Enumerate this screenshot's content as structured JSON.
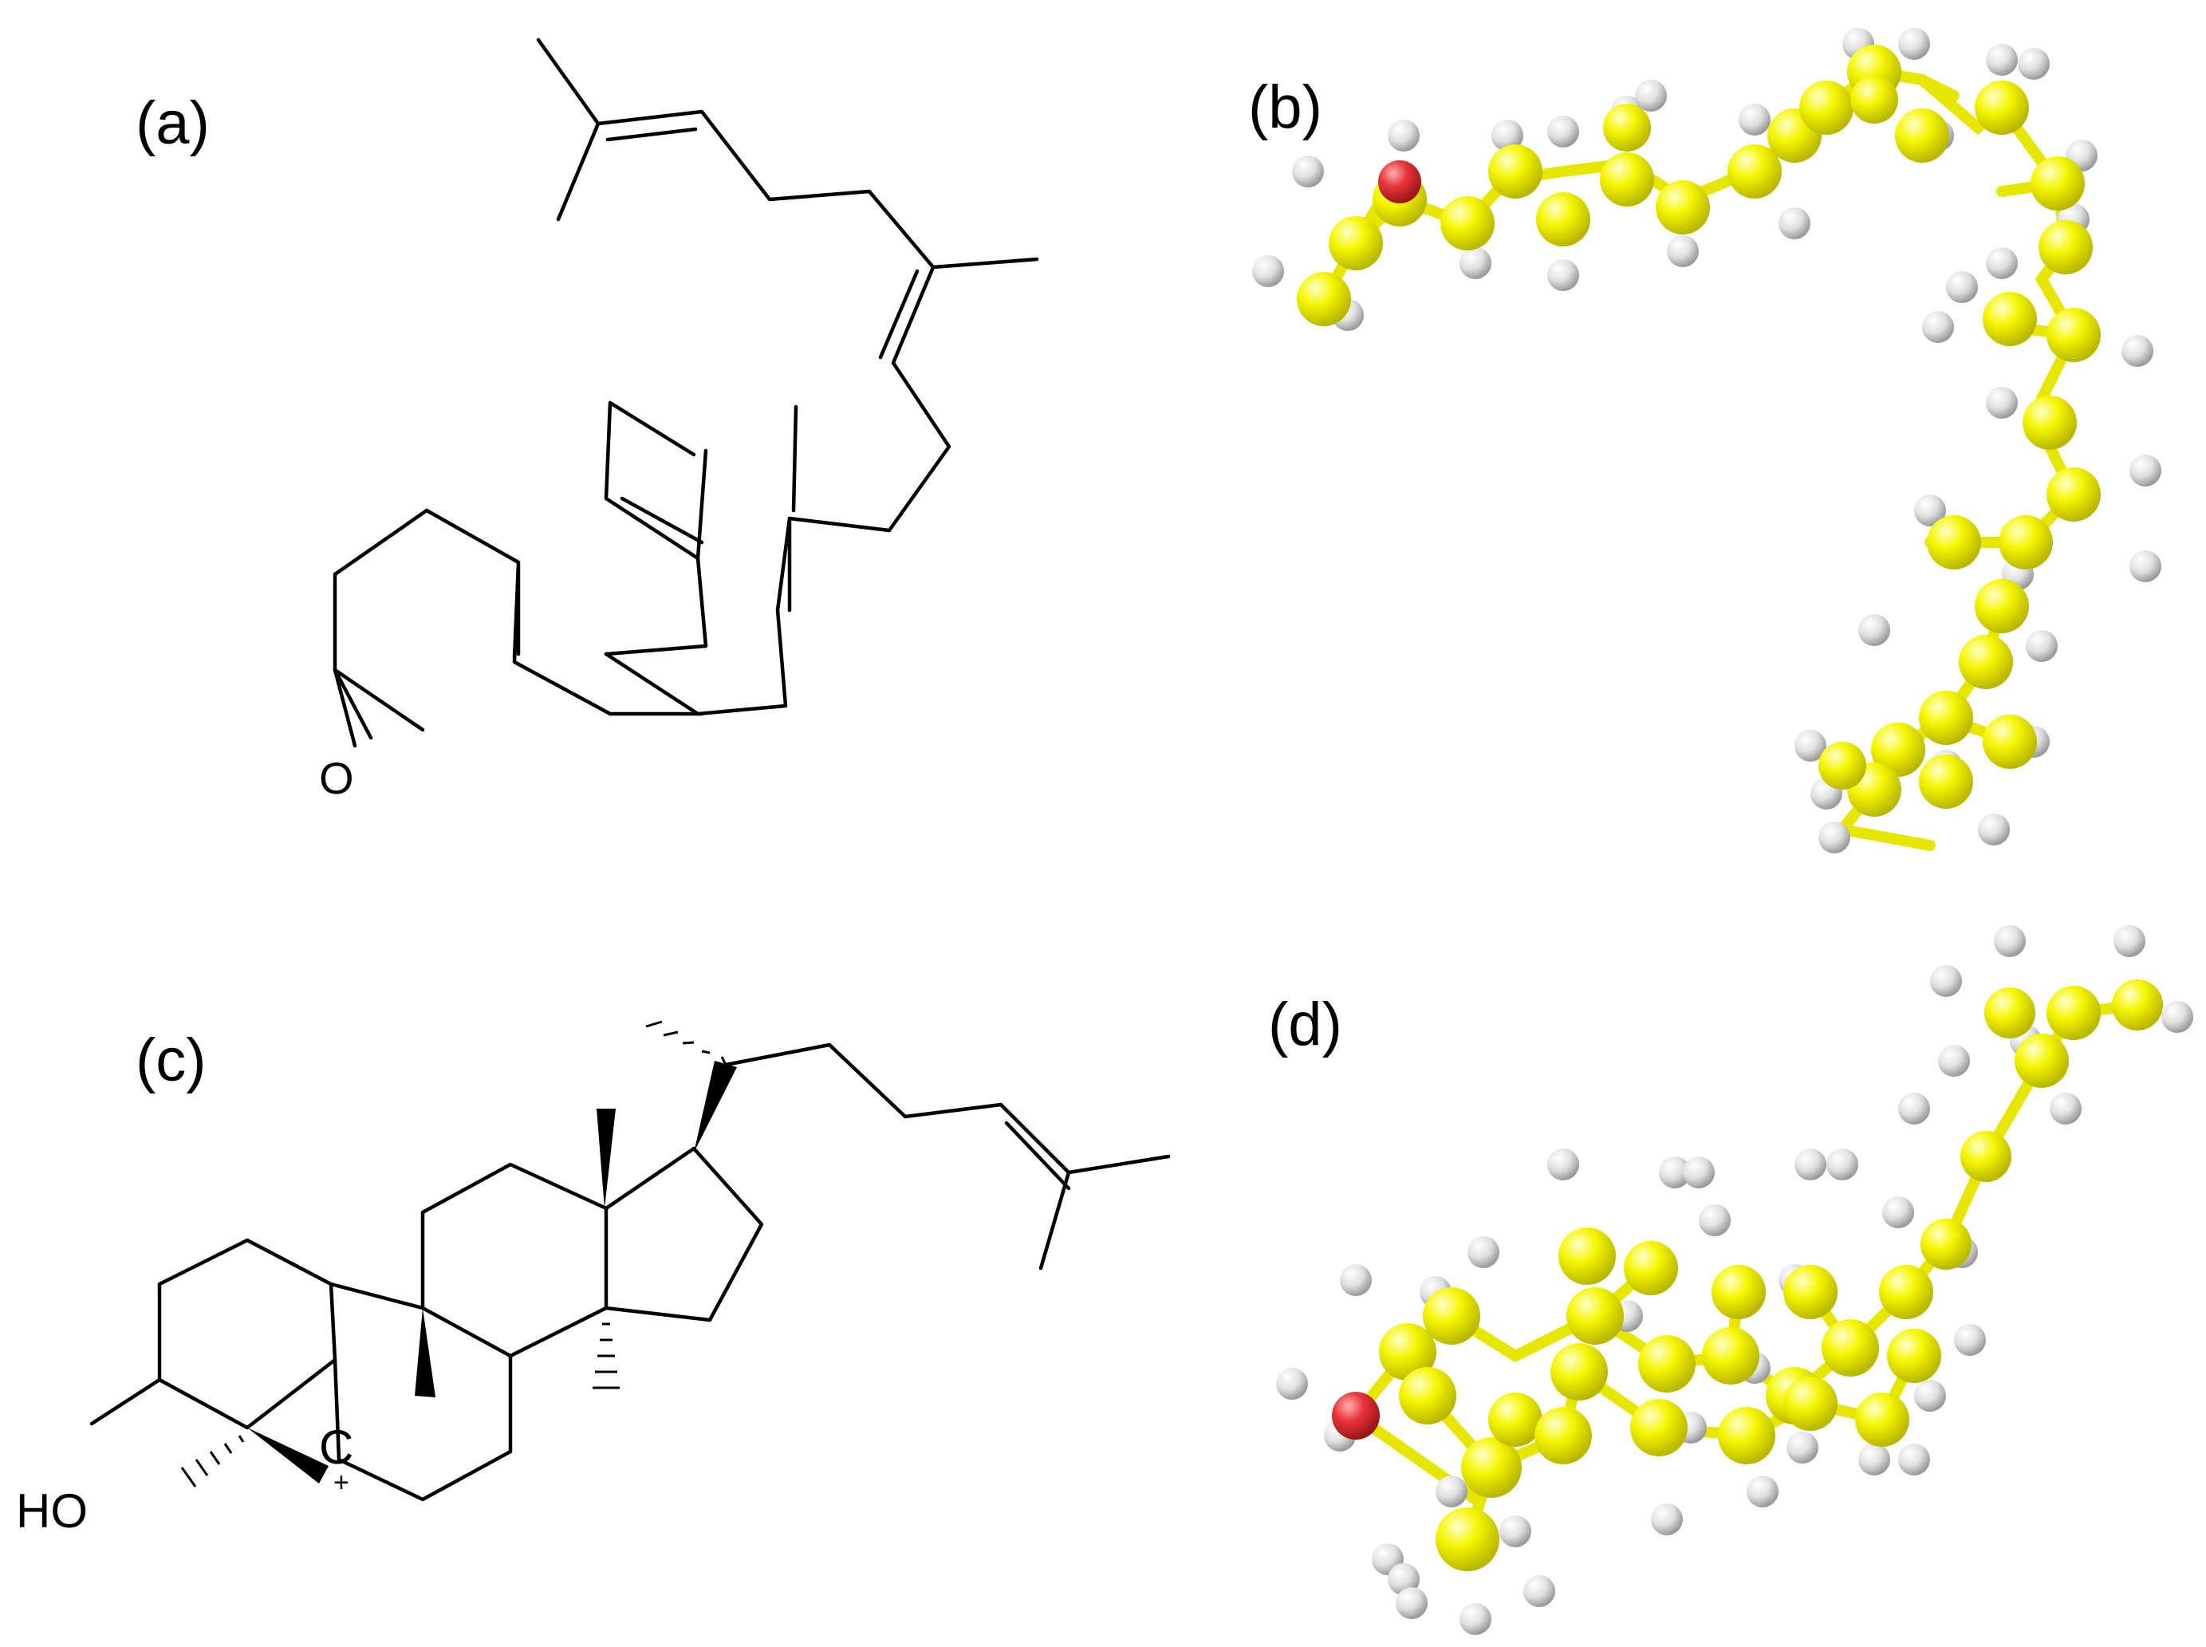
{
  "panels": {
    "a": {
      "label": "(a)"
    },
    "b": {
      "label": "(b)"
    },
    "c": {
      "label": "(c)"
    },
    "d": {
      "label": "(d)"
    }
  },
  "atoms": {
    "epoxide_oxygen": "O",
    "hydroxyl": "HO",
    "carbocation_c": "C",
    "carbocation_charge": "+"
  },
  "colors": {
    "carbon": "#f2f200",
    "oxygen": "#e8353a",
    "hydrogen": "#e6e6e6",
    "line": "#000000"
  }
}
